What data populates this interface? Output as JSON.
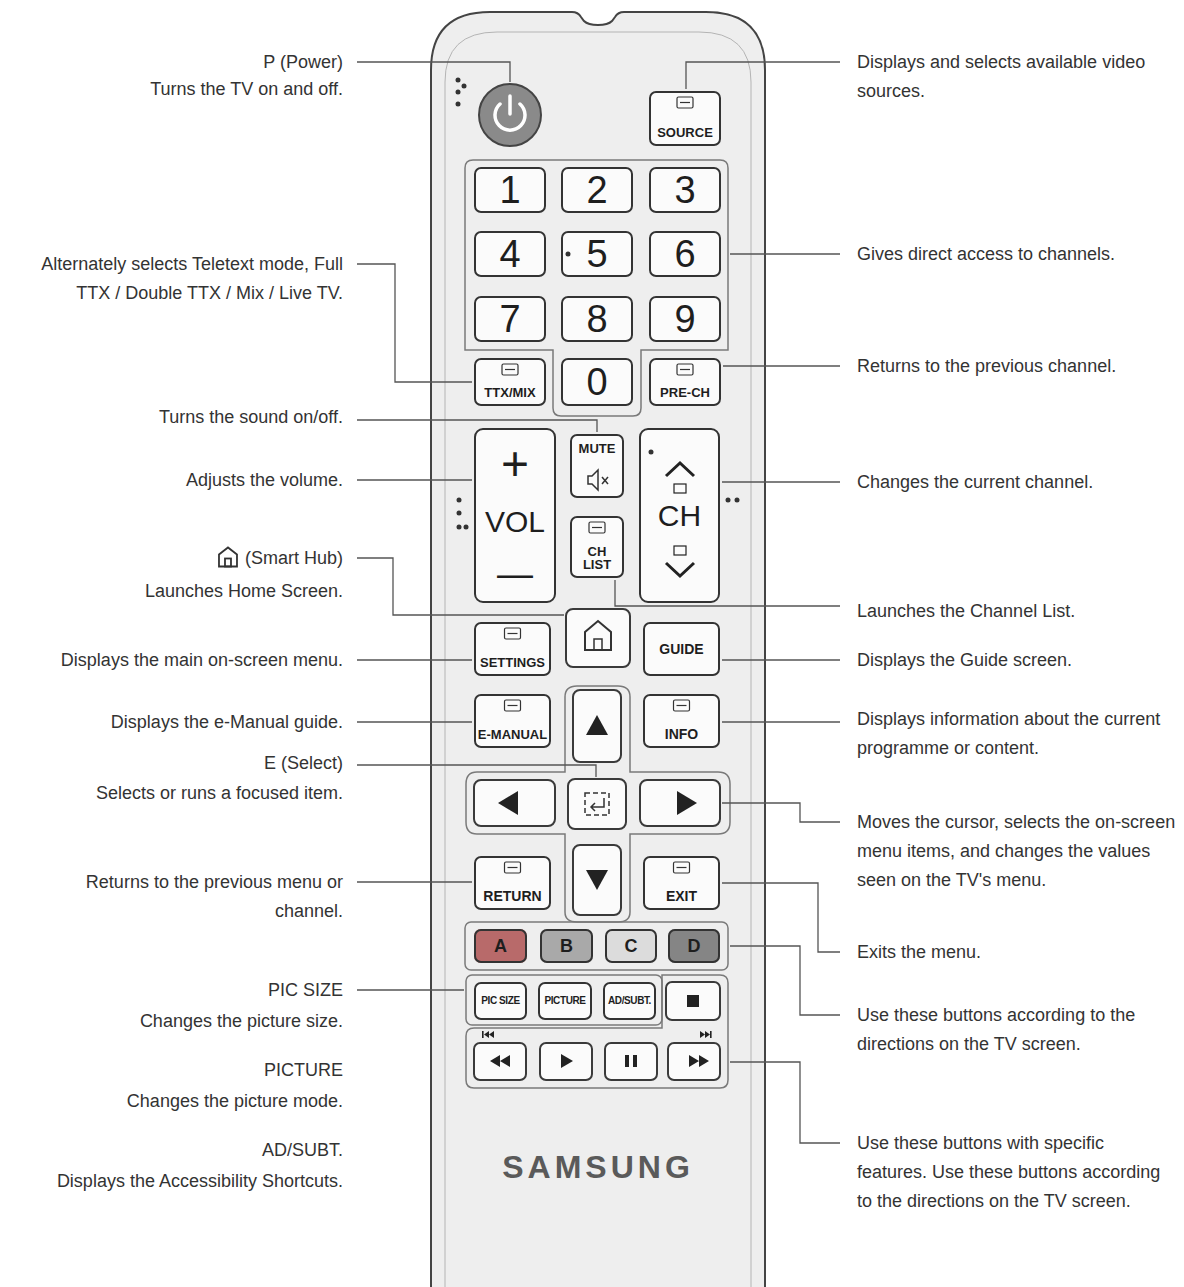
{
  "diagram": {
    "nodes": [
      {
        "text": [
          "SAMSUNG"
        ]
      },
      {
        "text": [
          "SOURCE"
        ],
        "in": 0
      },
      {
        "text": [
          "1"
        ],
        "in": 0
      },
      {
        "text": [
          "2"
        ],
        "in": 0
      },
      {
        "text": [
          "3"
        ],
        "in": 0
      },
      {
        "text": [
          "4"
        ],
        "in": 0
      },
      {
        "text": [
          "5"
        ],
        "in": 0
      },
      {
        "text": [
          "6"
        ],
        "in": 0
      },
      {
        "text": [
          "7"
        ],
        "in": 0
      },
      {
        "text": [
          "8"
        ],
        "in": 0
      },
      {
        "text": [
          "9"
        ],
        "in": 0
      },
      {
        "text": [
          "TTX/MIX"
        ],
        "in": 0
      },
      {
        "text": [
          "0"
        ],
        "in": 0
      },
      {
        "text": [
          "PRE-CH"
        ],
        "in": 0
      },
      {
        "text": [
          "MUTE"
        ],
        "in": 0
      },
      {
        "text": [
          "+",
          "VOL",
          "—"
        ],
        "in": 0
      },
      {
        "text": [
          "CH LIST"
        ],
        "in": 0
      },
      {
        "text": [
          "CH"
        ],
        "in": 0
      },
      {
        "text": [
          "SETTINGS"
        ],
        "in": 0
      },
      {
        "text": [
          "GUIDE"
        ],
        "in": 0
      },
      {
        "text": [
          "E-MANUAL"
        ],
        "in": 0
      },
      {
        "text": [
          "INFO"
        ],
        "in": 0
      },
      {
        "text": [
          "RETURN"
        ],
        "in": 0
      },
      {
        "text": [
          "EXIT"
        ],
        "in": 0
      },
      {
        "text": [
          "A"
        ],
        "in": 0
      },
      {
        "text": [
          "B"
        ],
        "in": 0
      },
      {
        "text": [
          "C"
        ],
        "in": 0
      },
      {
        "text": [
          "D"
        ],
        "in": 0
      },
      {
        "text": [
          "PIC SIZE"
        ],
        "in": 0
      },
      {
        "text": [
          "PICTURE"
        ],
        "in": 0
      },
      {
        "text": [
          "AD/SUBT."
        ],
        "in": 0
      }
    ],
    "labels": [
      "P (Power)",
      "Turns the TV on and off.",
      "Alternately selects Teletext mode, Full TTX / Double TTX / Mix / Live TV.",
      "Turns the sound on/off.",
      "Adjusts the volume.",
      "(Smart Hub)",
      "Launches Home Screen.",
      "Displays the main on-screen menu.",
      "Displays the e-Manual guide.",
      "E (Select)",
      "Selects or runs a focused item.",
      "Returns to the previous menu or channel.",
      "PIC SIZE",
      "Changes the picture size.",
      "PICTURE",
      "Changes the picture mode.",
      "AD/SUBT.",
      "Displays the Accessibility Shortcuts.",
      "Displays and selects available video sources.",
      "Gives direct access to channels.",
      "Returns to the previous channel.",
      "Changes the current channel.",
      "Launches the Channel List.",
      "Displays the Guide screen.",
      "Displays information about the current programme or content.",
      "Moves the cursor, selects the on-screen menu items, and changes the values seen on the TV's menu.",
      "Exits the menu.",
      "Use these buttons according to the directions on the TV screen.",
      "Use these buttons with specific features. Use these buttons according to the directions on the TV screen."
    ]
  }
}
